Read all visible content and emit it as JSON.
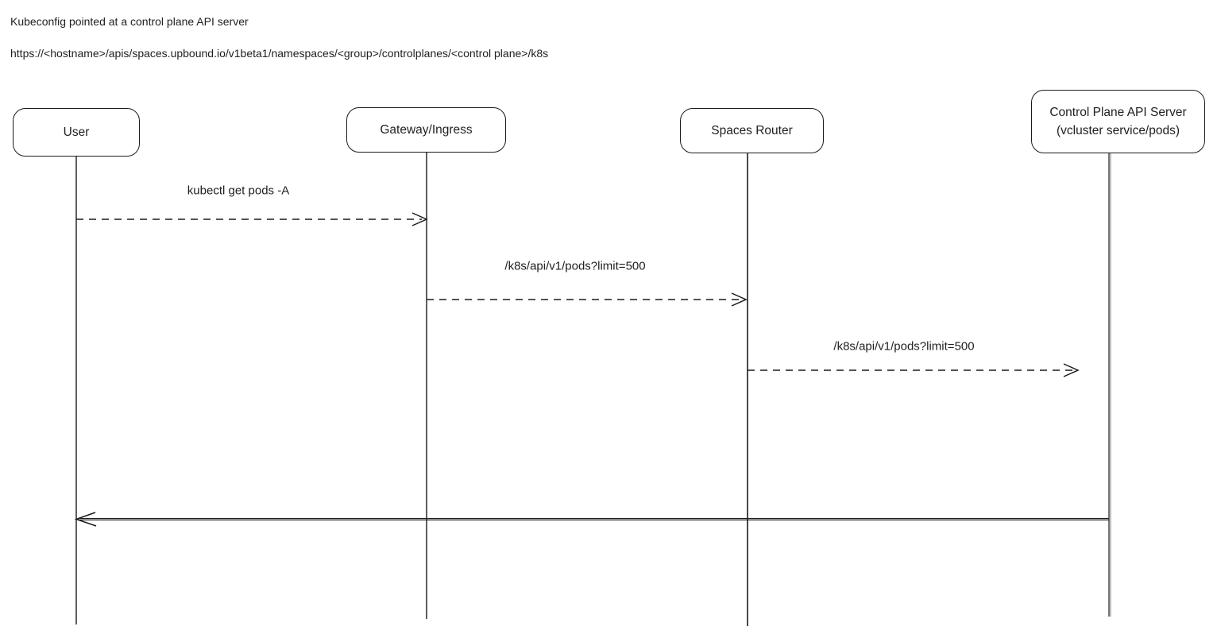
{
  "page": {
    "background_color": "#ffffff",
    "stroke_color": "#1b1b1b",
    "text_color": "#1f1f1f"
  },
  "header": {
    "line1": "Kubeconfig pointed at a control plane API server",
    "line2": "https://<hostname>/apis/spaces.upbound.io/v1beta1/namespaces/<group>/controlplanes/<control plane>/k8s"
  },
  "diagram": {
    "type": "sequence-diagram",
    "actors": [
      {
        "id": "user",
        "label": "User"
      },
      {
        "id": "gateway",
        "label": "Gateway/Ingress"
      },
      {
        "id": "spaces-router",
        "label": "Spaces Router"
      },
      {
        "id": "control-plane",
        "label": "Control Plane API Server",
        "sublabel": "(vcluster service/pods)"
      }
    ],
    "messages": [
      {
        "from": "User",
        "to": "Gateway/Ingress",
        "label": "kubectl get pods -A",
        "line_style": "dashed",
        "direction": "right"
      },
      {
        "from": "Gateway/Ingress",
        "to": "Spaces Router",
        "label": "/k8s/api/v1/pods?limit=500",
        "line_style": "dashed",
        "direction": "right"
      },
      {
        "from": "Spaces Router",
        "to": "Control Plane API Server",
        "label": "/k8s/api/v1/pods?limit=500",
        "line_style": "dashed",
        "direction": "right"
      },
      {
        "from": "Control Plane API Server",
        "to": "User",
        "label": "",
        "line_style": "solid",
        "direction": "left"
      }
    ]
  }
}
